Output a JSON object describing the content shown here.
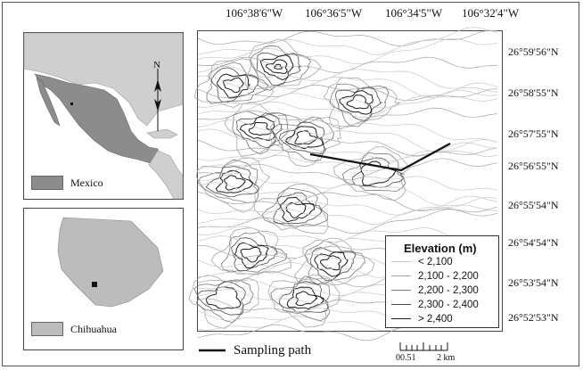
{
  "inset_mexico": {
    "legend_label": "Mexico",
    "north_label": "N",
    "colors": {
      "country": "#8c8c8c",
      "neighbors": "#cfcfcf",
      "water": "#ffffff"
    }
  },
  "inset_chihuahua": {
    "legend_label": "Chihuahua",
    "colors": {
      "state": "#bcbcbc"
    }
  },
  "main_map": {
    "longitude_labels": [
      "106°38'6\"W",
      "106°36'5\"W",
      "106°34'5\"W",
      "106°32'4\"W"
    ],
    "latitude_labels": [
      "26°59'56\"N",
      "26°58'55\"N",
      "26°57'55\"N",
      "26°56'55\"N",
      "26°55'54\"N",
      "26°54'54\"N",
      "26°53'54\"N",
      "26°52'53\"N"
    ],
    "legend": {
      "title": "Elevation (m)",
      "classes": [
        {
          "label": "< 2,100",
          "color": "#c8c8c8"
        },
        {
          "label": "2,100 - 2,200",
          "color": "#a6a6a6"
        },
        {
          "label": "2,200 - 2,300",
          "color": "#7a7a7a"
        },
        {
          "label": "2,300 - 2,400",
          "color": "#4a4a4a"
        },
        {
          "label": "> 2,400",
          "color": "#1a1a1a"
        }
      ]
    }
  },
  "sampling_path": {
    "label": "Sampling path"
  },
  "scale_bar": {
    "ticks_label": "00.51",
    "end_label": "2 km"
  }
}
